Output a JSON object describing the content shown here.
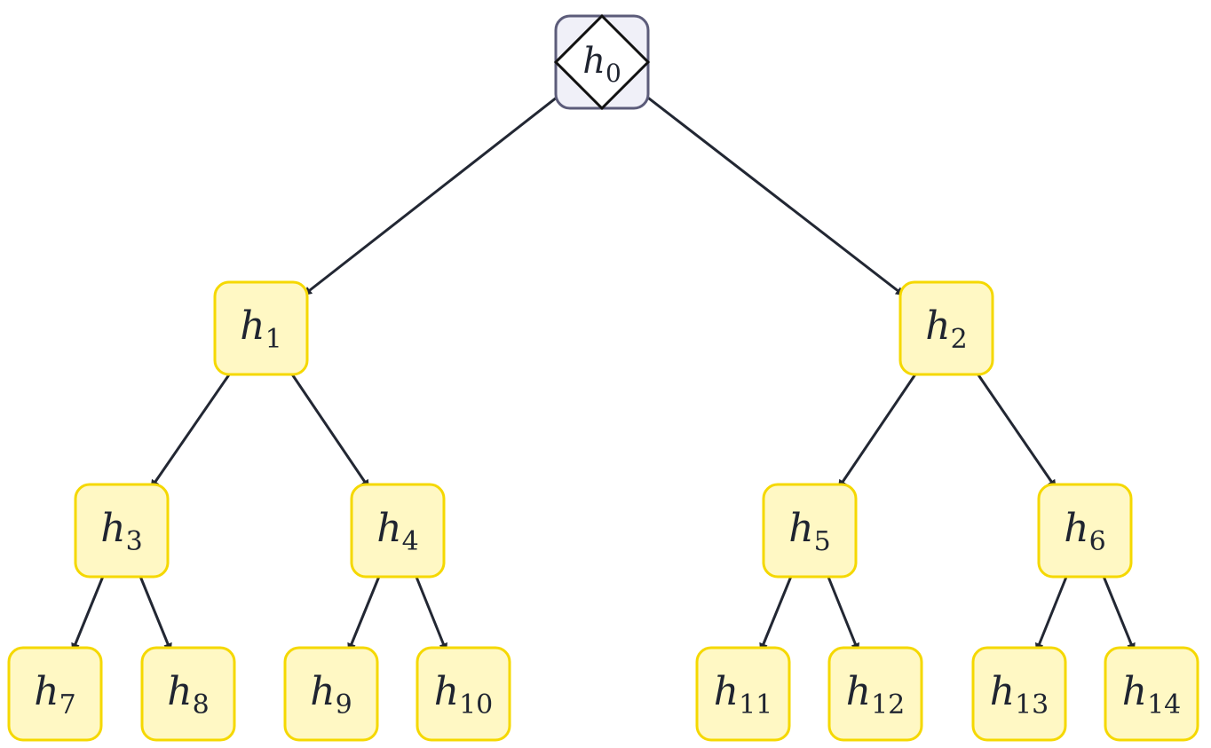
{
  "diagram": {
    "root_style": {
      "fill": "#f0f0f8",
      "stroke": "#5c5c7a",
      "marker": "diamond"
    },
    "node_style": {
      "fill": "#fff8c4",
      "stroke": "#f5d800"
    },
    "edge_color": "#222733",
    "nodes": [
      {
        "id": "h0",
        "base": "h",
        "sub": "0",
        "root": true
      },
      {
        "id": "h1",
        "base": "h",
        "sub": "1"
      },
      {
        "id": "h2",
        "base": "h",
        "sub": "2"
      },
      {
        "id": "h3",
        "base": "h",
        "sub": "3"
      },
      {
        "id": "h4",
        "base": "h",
        "sub": "4"
      },
      {
        "id": "h5",
        "base": "h",
        "sub": "5"
      },
      {
        "id": "h6",
        "base": "h",
        "sub": "6"
      },
      {
        "id": "h7",
        "base": "h",
        "sub": "7"
      },
      {
        "id": "h8",
        "base": "h",
        "sub": "8"
      },
      {
        "id": "h9",
        "base": "h",
        "sub": "9"
      },
      {
        "id": "h10",
        "base": "h",
        "sub": "10"
      },
      {
        "id": "h11",
        "base": "h",
        "sub": "11"
      },
      {
        "id": "h12",
        "base": "h",
        "sub": "12"
      },
      {
        "id": "h13",
        "base": "h",
        "sub": "13"
      },
      {
        "id": "h14",
        "base": "h",
        "sub": "14"
      }
    ],
    "edges": [
      {
        "from": "h0",
        "to": "h1"
      },
      {
        "from": "h0",
        "to": "h2"
      },
      {
        "from": "h1",
        "to": "h3"
      },
      {
        "from": "h1",
        "to": "h4"
      },
      {
        "from": "h2",
        "to": "h5"
      },
      {
        "from": "h2",
        "to": "h6"
      },
      {
        "from": "h3",
        "to": "h7"
      },
      {
        "from": "h3",
        "to": "h8"
      },
      {
        "from": "h4",
        "to": "h9"
      },
      {
        "from": "h4",
        "to": "h10"
      },
      {
        "from": "h5",
        "to": "h11"
      },
      {
        "from": "h5",
        "to": "h12"
      },
      {
        "from": "h6",
        "to": "h13"
      },
      {
        "from": "h6",
        "to": "h14"
      }
    ]
  }
}
